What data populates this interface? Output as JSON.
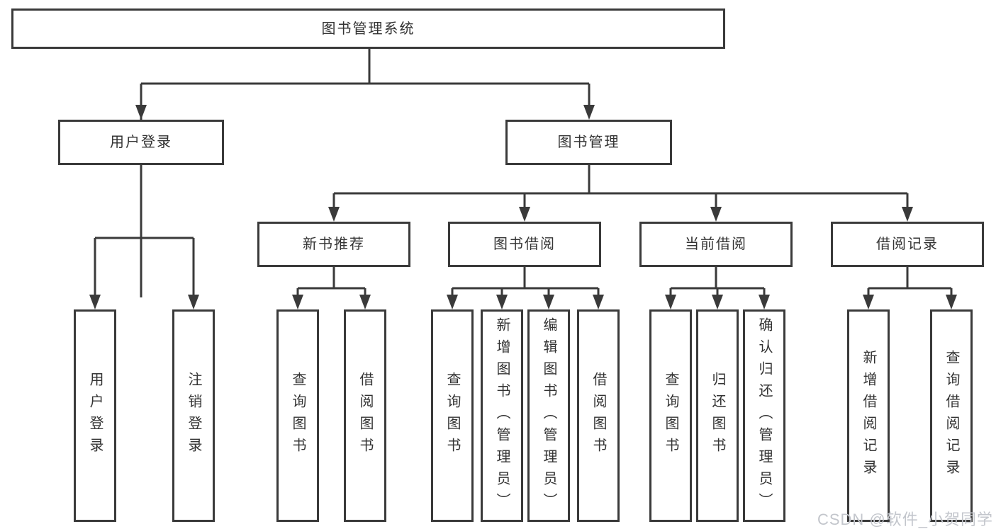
{
  "diagram": {
    "root": {
      "label": "图书管理系统"
    },
    "user_login": {
      "label": "用户登录",
      "children": [
        {
          "label": "用户登录"
        },
        {
          "label": "注销登录"
        }
      ]
    },
    "book_mgmt": {
      "label": "图书管理",
      "children": [
        {
          "label": "新书推荐",
          "children": [
            {
              "label": "查询图书"
            },
            {
              "label": "借阅图书"
            }
          ]
        },
        {
          "label": "图书借阅",
          "children": [
            {
              "label": "查询图书"
            },
            {
              "label": "新增图书（管理员）"
            },
            {
              "label": "编辑图书（管理员）"
            },
            {
              "label": "借阅图书"
            }
          ]
        },
        {
          "label": "当前借阅",
          "children": [
            {
              "label": "查询图书"
            },
            {
              "label": "归还图书"
            },
            {
              "label": "确认归还（管理员）"
            }
          ]
        },
        {
          "label": "借阅记录",
          "children": [
            {
              "label": "新增借阅记录"
            },
            {
              "label": "查询借阅记录"
            }
          ]
        }
      ]
    },
    "colors": {
      "line": "#3a3a3a",
      "text": "#333333",
      "watermark": "#c3c6cc"
    },
    "watermark": "CSDN @软件_小贺同学"
  }
}
